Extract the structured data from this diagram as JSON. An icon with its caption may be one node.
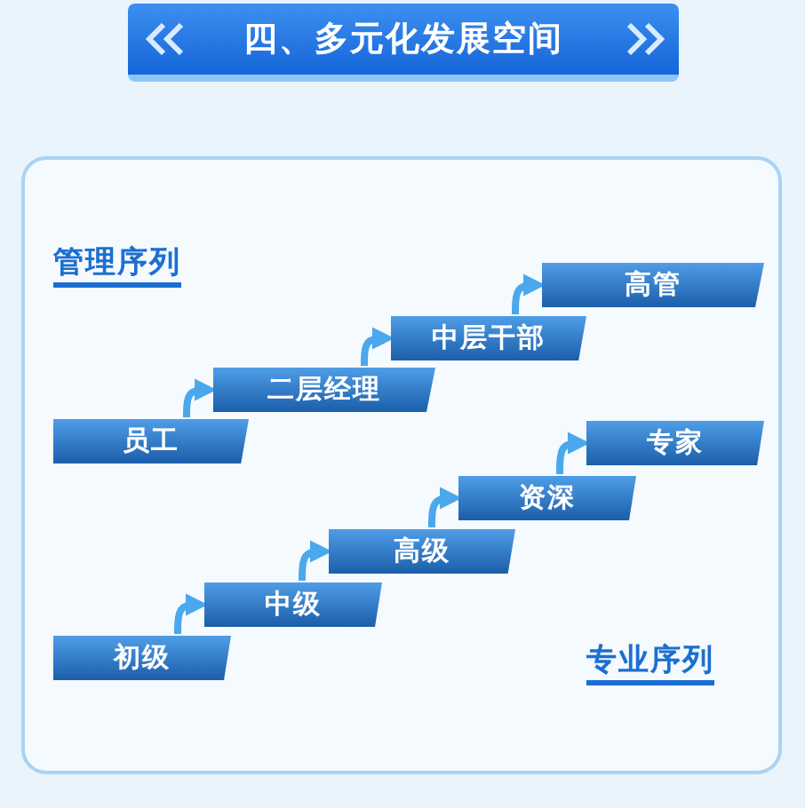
{
  "diagram": {
    "title": "四、多元化发展空间",
    "nodes": [
      {
        "text": [
          "员工"
        ]
      },
      {
        "text": [
          "二层经理"
        ]
      },
      {
        "text": [
          "中层干部"
        ]
      },
      {
        "text": [
          "高管"
        ]
      },
      {
        "text": [
          "初级"
        ]
      },
      {
        "text": [
          "中级"
        ]
      },
      {
        "text": [
          "高级"
        ]
      },
      {
        "text": [
          "资深"
        ]
      },
      {
        "text": [
          "专家"
        ]
      }
    ],
    "edges": [
      {
        "from": 0,
        "to": 1,
        "arrow": "to"
      },
      {
        "from": 1,
        "to": 2,
        "arrow": "to"
      },
      {
        "from": 2,
        "to": 3,
        "arrow": "to"
      },
      {
        "from": 4,
        "to": 5,
        "arrow": "to"
      },
      {
        "from": 5,
        "to": 6,
        "arrow": "to"
      },
      {
        "from": 6,
        "to": 7,
        "arrow": "to"
      },
      {
        "from": 7,
        "to": 8,
        "arrow": "to"
      }
    ],
    "labels": [
      "管理序列",
      "专业序列"
    ]
  }
}
